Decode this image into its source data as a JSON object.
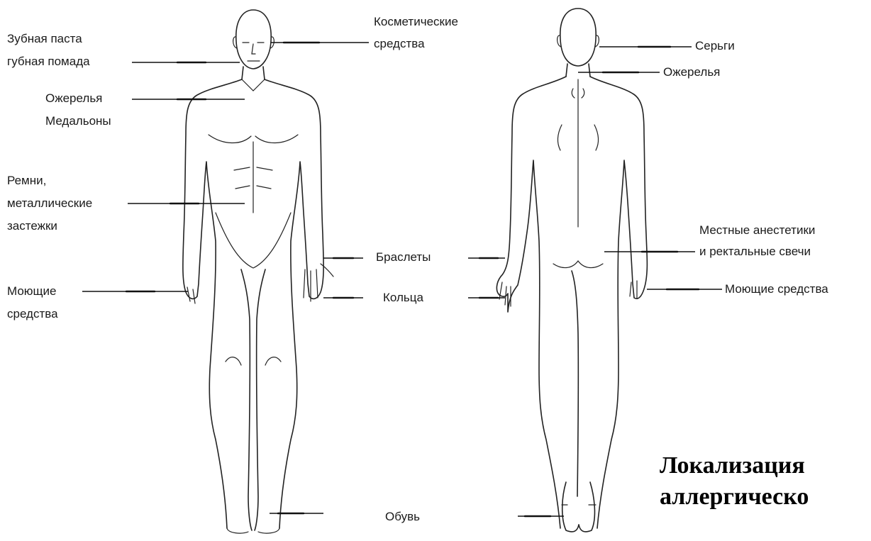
{
  "labels": {
    "toothpaste_1": "Зубная паста",
    "toothpaste_2": "губная помада",
    "cosmetics_1": "Косметические",
    "cosmetics_2": "средства",
    "necklaces_front_1": "Ожерелья",
    "necklaces_front_2": "Медальоны",
    "belts_1": "Ремни,",
    "belts_2": "металлические",
    "belts_3": "застежки",
    "detergents_front_1": "Моющие",
    "detergents_front_2": "средства",
    "bracelets": "Браслеты",
    "rings": "Кольца",
    "shoes": "Обувь",
    "earrings": "Серьги",
    "necklaces_back": "Ожерелья",
    "anesthetics_1": "Местные анестетики",
    "anesthetics_2": "и ректальные свечи",
    "detergents_back": "Моющие средства"
  },
  "title": {
    "line1": "Локализация",
    "line2": "аллергическо"
  }
}
